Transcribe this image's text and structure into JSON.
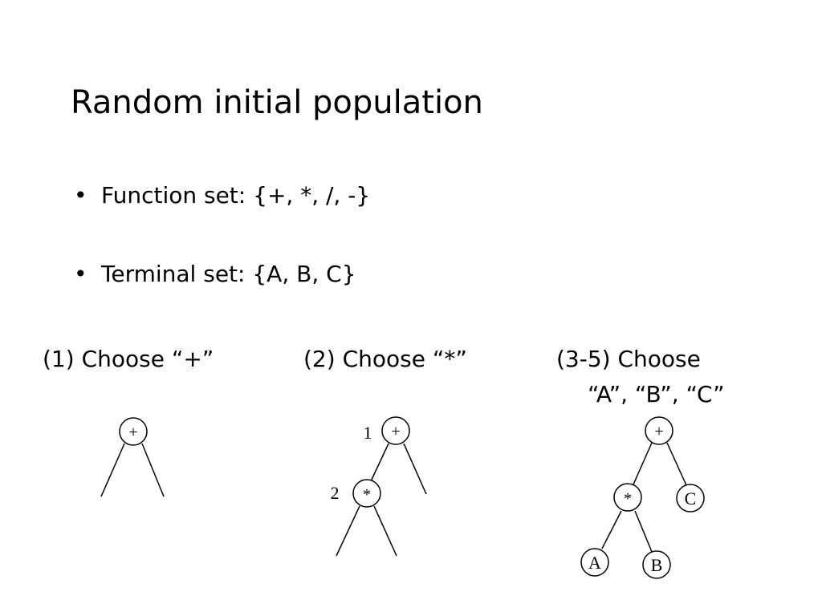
{
  "slide": {
    "title": "Random initial population",
    "bullets": [
      {
        "marker": "•",
        "text": "Function set: {+, *, /, -}"
      },
      {
        "marker": "•",
        "text": "Terminal set: {A, B, C}"
      }
    ]
  },
  "steps": [
    {
      "caption": "(1) Choose “+”"
    },
    {
      "caption": "(2) Choose “*”"
    },
    {
      "caption_line1": "(3-5) Choose",
      "caption_line2": "“A”, “B”, “C”"
    }
  ],
  "trees": {
    "tree1": {
      "root": "+"
    },
    "tree2": {
      "root": "+",
      "child": "*",
      "order_root": "1",
      "order_child": "2"
    },
    "tree3": {
      "root": "+",
      "mul": "*",
      "c": "C",
      "a": "A",
      "b": "B"
    }
  }
}
